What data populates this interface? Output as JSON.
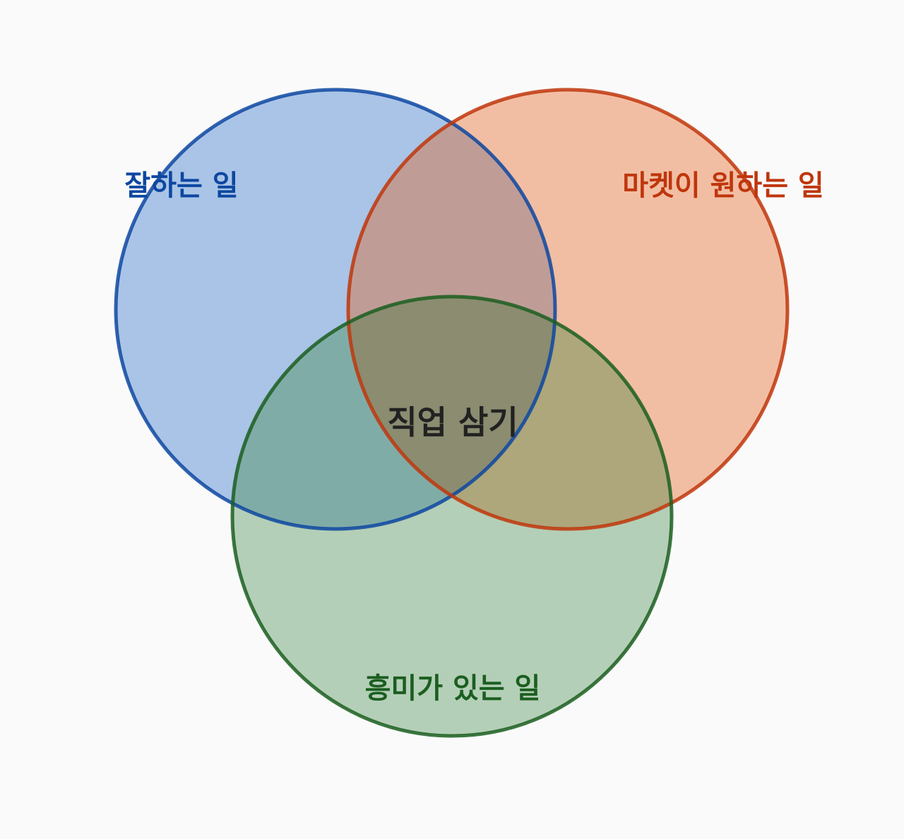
{
  "diagram": {
    "sets": [
      {
        "id": "skill",
        "label": "잘하는 일",
        "fill": "#a9c4e6",
        "stroke": "#0d47a1",
        "label_color": "#0d47a1"
      },
      {
        "id": "market",
        "label": "마켓이 원하는 일",
        "fill": "#f2bea3",
        "stroke": "#bf360c",
        "label_color": "#bf360c"
      },
      {
        "id": "interest",
        "label": "흥미가 있는 일",
        "fill": "#b4cfb7",
        "stroke": "#1b5e20",
        "label_color": "#1b5e20"
      }
    ],
    "center_label": "직업 삼기",
    "center_label_color": "#222222",
    "overlap_colors": {
      "skill_market": "#bf9d96",
      "skill_interest": "#80aca7",
      "market_interest": "#aea77b",
      "all": "#8b8c70"
    },
    "background": "#fafafa"
  }
}
